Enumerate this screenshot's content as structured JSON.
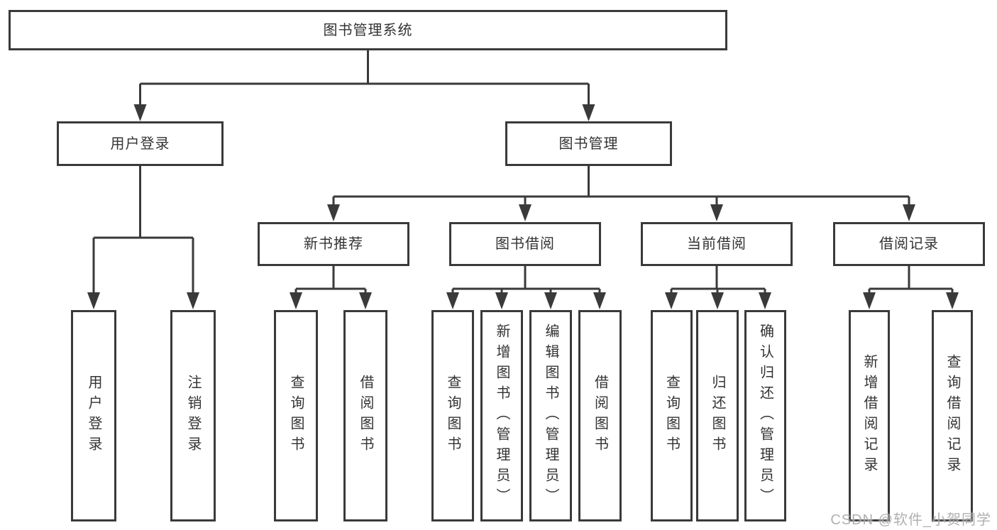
{
  "diagram": {
    "root": {
      "label": "图书管理系统"
    },
    "branches": [
      {
        "label": "用户登录",
        "children": [
          {
            "label": "用户登录"
          },
          {
            "label": "注销登录"
          }
        ]
      },
      {
        "label": "图书管理",
        "sections": [
          {
            "label": "新书推荐",
            "children": [
              {
                "label": "查询图书"
              },
              {
                "label": "借阅图书"
              }
            ]
          },
          {
            "label": "图书借阅",
            "children": [
              {
                "label": "查询图书"
              },
              {
                "label": "新增图书（管理员）"
              },
              {
                "label": "编辑图书（管理员）"
              },
              {
                "label": "借阅图书"
              }
            ]
          },
          {
            "label": "当前借阅",
            "children": [
              {
                "label": "查询图书"
              },
              {
                "label": "归还图书"
              },
              {
                "label": "确认归还（管理员）"
              }
            ]
          },
          {
            "label": "借阅记录",
            "children": [
              {
                "label": "新增借阅记录"
              },
              {
                "label": "查询借阅记录"
              }
            ]
          }
        ]
      }
    ]
  },
  "watermark": {
    "text": "CSDN @软件_小贺同学"
  },
  "colors": {
    "line": "#3a3a3a",
    "border": "#3a3a3a",
    "text": "#333333",
    "background": "#ffffff",
    "watermark": "#a8a8a8"
  }
}
